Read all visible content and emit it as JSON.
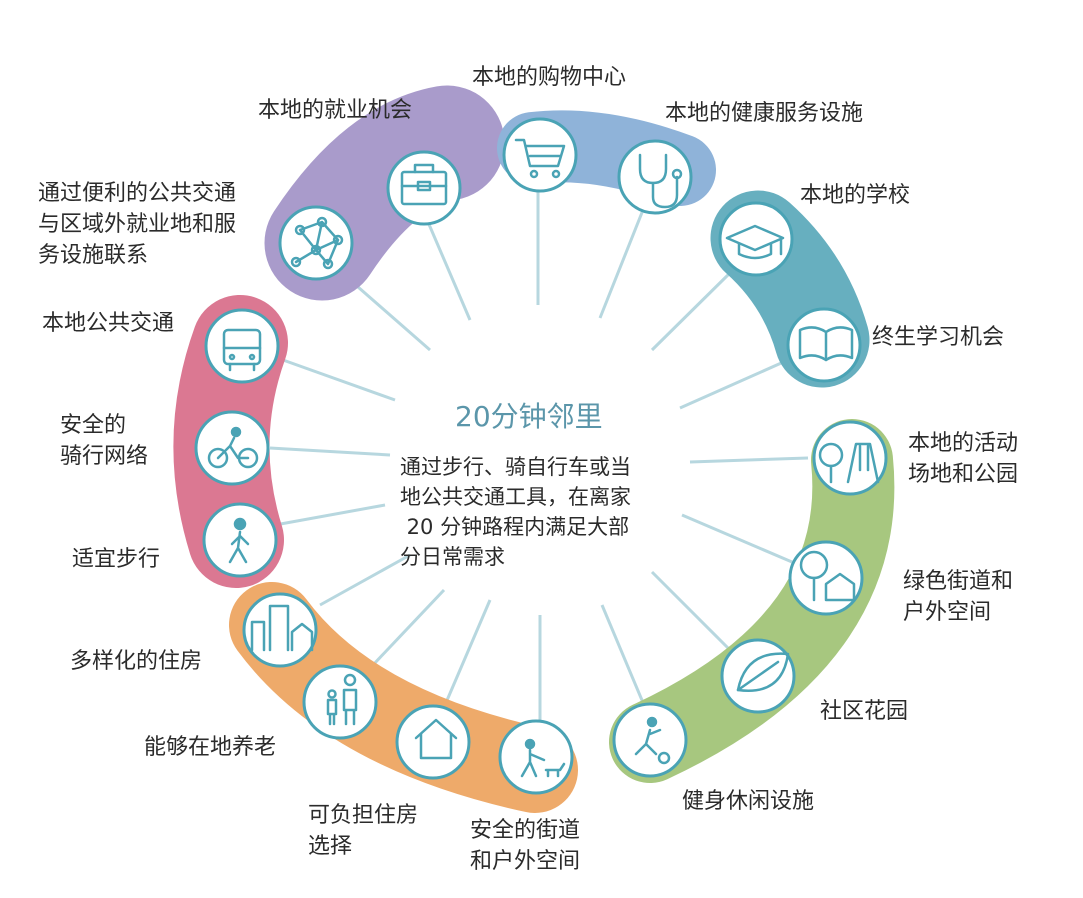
{
  "center": {
    "title": "20分钟邻里",
    "description": "通过步行、骑自行车或当\n地公共交通工具，在离家\n 20 分钟路程内满足大部\n分日常需求"
  },
  "colors": {
    "purple": "#a99bcb",
    "blue": "#8fb3d9",
    "teal": "#67afbf",
    "green": "#a7c77f",
    "orange": "#eeaa6a",
    "pink": "#db7892",
    "icon": "#4aa3b5",
    "spoke": "#b7d7df"
  },
  "items": [
    {
      "label": "本地的就业机会",
      "icon": "briefcase-icon"
    },
    {
      "label": "通过便利的公共交通\n与区域外就业地和服\n务设施联系",
      "icon": "network-icon"
    },
    {
      "label": "本地的购物中心",
      "icon": "shopping-cart-icon"
    },
    {
      "label": "本地的健康服务设施",
      "icon": "stethoscope-icon"
    },
    {
      "label": "本地的学校",
      "icon": "graduation-cap-icon"
    },
    {
      "label": "终生学习机会",
      "icon": "book-icon"
    },
    {
      "label": "本地的活动\n场地和公园",
      "icon": "park-icon"
    },
    {
      "label": "绿色街道和\n户外空间",
      "icon": "tree-house-icon"
    },
    {
      "label": "社区花园",
      "icon": "leaf-icon"
    },
    {
      "label": "健身休闲设施",
      "icon": "soccer-player-icon"
    },
    {
      "label": "安全的街道\n和户外空间",
      "icon": "dog-walker-icon"
    },
    {
      "label": "可负担住房\n选择",
      "icon": "house-icon"
    },
    {
      "label": "能够在地养老",
      "icon": "family-icon"
    },
    {
      "label": "多样化的住房",
      "icon": "buildings-icon"
    },
    {
      "label": "适宜步行",
      "icon": "pedestrian-icon"
    },
    {
      "label": "安全的\n骑行网络",
      "icon": "cyclist-icon"
    },
    {
      "label": "本地公共交通",
      "icon": "bus-icon"
    }
  ]
}
